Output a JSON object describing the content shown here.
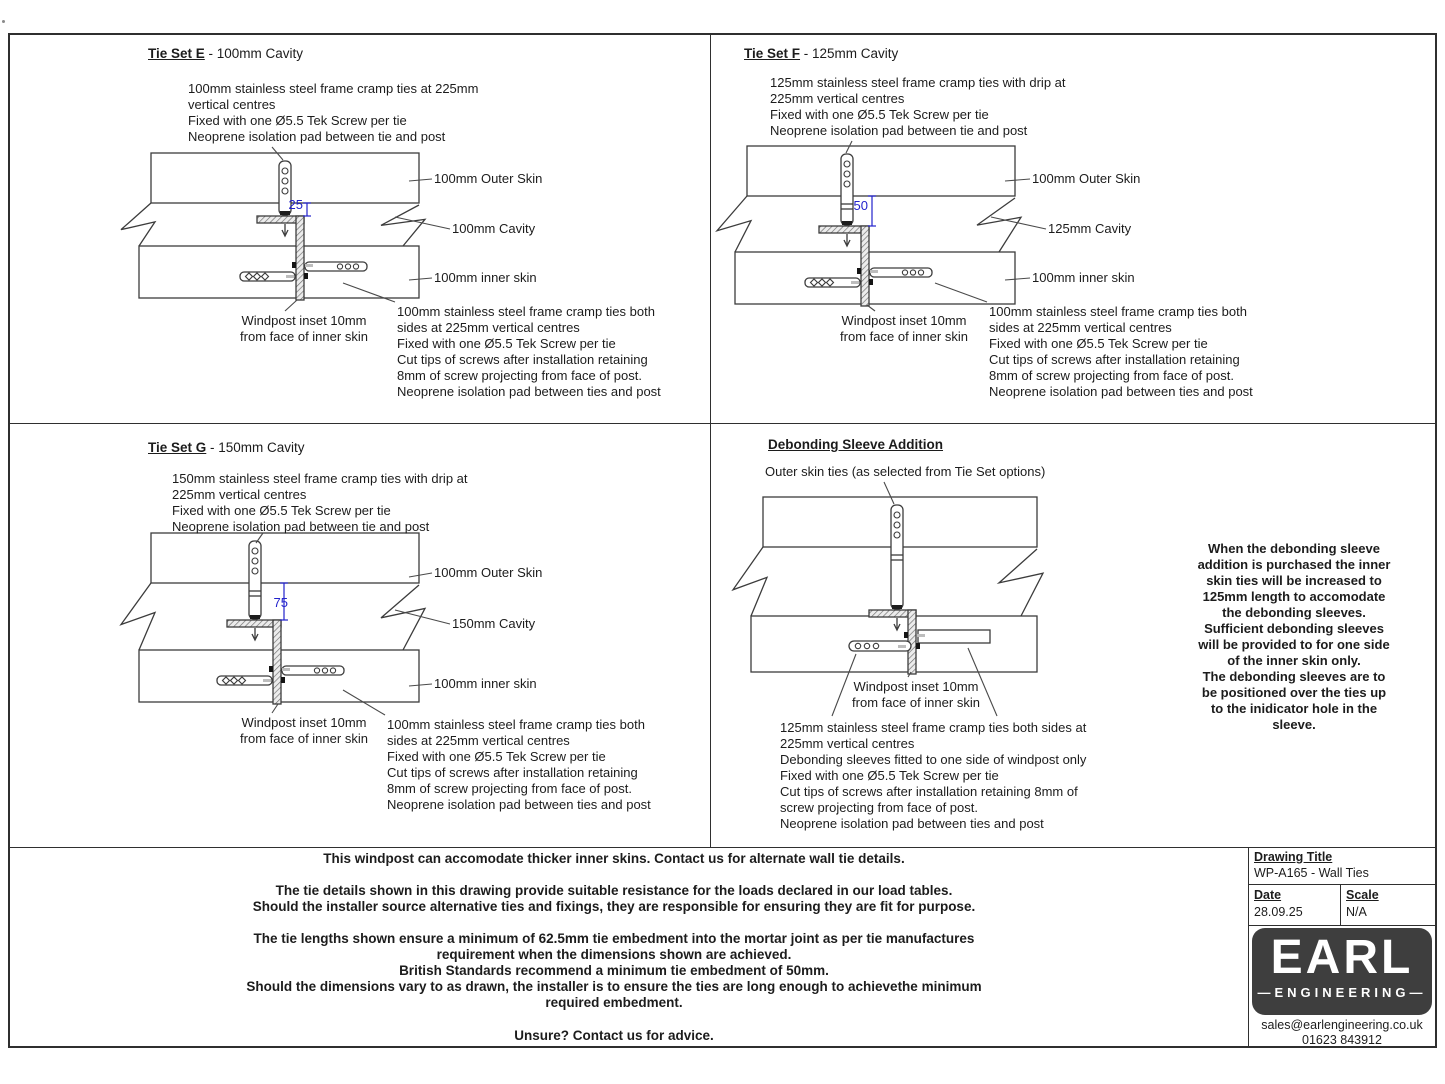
{
  "colors": {
    "line": "#3c3c3c",
    "dimension": "#2222cc",
    "logo_bg": "#3e3e3e"
  },
  "quadrants": {
    "e": {
      "title_bold": "Tie Set E",
      "title_rest": " - 100mm Cavity",
      "description": "100mm stainless steel frame cramp ties at 225mm\nvertical centres\nFixed with one Ø5.5 Tek Screw per tie\nNeoprene isolation pad between tie and post",
      "label_outer_skin": "100mm Outer Skin",
      "label_cavity": "100mm Cavity",
      "label_inner_skin": "100mm inner skin",
      "windpost_note": "Windpost inset 10mm\nfrom face of inner skin",
      "tie_note": "100mm stainless steel frame cramp ties both\nsides at 225mm vertical centres\nFixed with one Ø5.5 Tek Screw per tie\nCut tips of screws after installation retaining\n8mm of screw projecting from face of post.\nNeoprene isolation pad between ties and post"
    },
    "f": {
      "title_bold": "Tie Set F",
      "title_rest": " - 125mm Cavity",
      "description": "125mm stainless steel frame cramp ties with drip at\n225mm vertical centres\nFixed with one Ø5.5 Tek Screw per tie\nNeoprene isolation pad between tie and post",
      "label_outer_skin": "100mm Outer Skin",
      "label_cavity": "125mm Cavity",
      "label_inner_skin": "100mm inner skin",
      "windpost_note": "Windpost inset 10mm\nfrom face of inner skin",
      "tie_note": "100mm stainless steel frame cramp ties both\nsides at 225mm vertical centres\nFixed with one Ø5.5 Tek Screw per tie\nCut tips of screws after installation retaining\n8mm of screw projecting from face of post.\nNeoprene isolation pad between ties and post"
    },
    "g": {
      "title_bold": "Tie Set G",
      "title_rest": " - 150mm Cavity",
      "description": "150mm stainless steel frame cramp ties with drip at\n225mm vertical centres\nFixed with one Ø5.5 Tek Screw per tie\nNeoprene isolation pad between tie and post",
      "label_outer_skin": "100mm Outer Skin",
      "label_cavity": "150mm Cavity",
      "label_inner_skin": "100mm inner skin",
      "windpost_note": "Windpost inset 10mm\nfrom face of inner skin",
      "tie_note": "100mm stainless steel frame cramp ties both\nsides at 225mm vertical centres\nFixed with one Ø5.5 Tek Screw per tie\nCut tips of screws after installation retaining\n8mm of screw projecting from face of post.\nNeoprene isolation pad between ties and post"
    },
    "debonding": {
      "title": "Debonding Sleeve Addition",
      "subtitle": "Outer skin ties (as selected from Tie Set options)",
      "windpost_note": "Windpost inset 10mm\nfrom face of inner skin",
      "tie_note": "125mm stainless steel frame cramp ties both sides at\n225mm vertical centres\nDebonding sleeves fitted to one side of windpost only\nFixed with one Ø5.5 Tek Screw per tie\nCut tips of screws after installation retaining 8mm of\nscrew projecting from face of post.\nNeoprene isolation pad between ties and post",
      "side_note": "When the debonding sleeve\naddition is purchased the inner\nskin ties will be increased to\n125mm length to accomodate\nthe debonding sleeves.\nSufficient debonding sleeves\nwill be provided to for one side\nof the inner skin only.\nThe debonding sleeves are to\nbe positioned over the ties up\nto the inidicator hole in the\nsleeve."
    }
  },
  "diagrams": {
    "tie_set_e": {
      "dimension_mm": "25"
    },
    "tie_set_f": {
      "dimension_mm": "50"
    },
    "tie_set_g": {
      "dimension_mm": "75"
    }
  },
  "footer": {
    "p1": "This windpost can accomodate thicker inner skins.  Contact us for alternate wall tie details.",
    "p2": "The tie details shown in this drawing provide suitable resistance for the loads declared in our load tables.\nShould the installer source alternative ties and fixings, they are responsible for ensuring they are fit for purpose.",
    "p3": "The tie lengths shown ensure a minimum of 62.5mm tie embedment into the mortar joint as per tie manufactures\nrequirement when the dimensions shown are achieved.\nBritish Standards recommend a minimum tie embedment of 50mm.\nShould the dimensions vary to as drawn, the installer is to ensure the ties are long enough to achievethe minimum\nrequired embedment.",
    "p4": "Unsure?  Contact us for advice."
  },
  "title_block": {
    "drawing_title_label": "Drawing Title",
    "drawing_title_value": "WP-A165 - Wall Ties",
    "date_label": "Date",
    "date_value": "28.09.25",
    "scale_label": "Scale",
    "scale_value": "N/A",
    "logo_text": "EARL",
    "logo_subtext": "—ENGINEERING—",
    "email": "sales@earlengineering.co.uk",
    "phone": "01623 843912"
  }
}
